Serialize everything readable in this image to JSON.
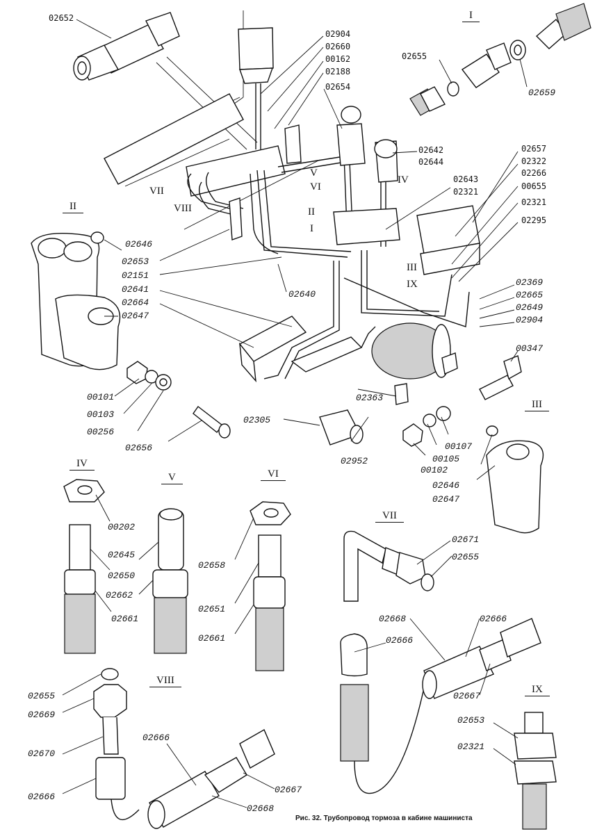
{
  "caption": "Рис. 32. Трубопровод тормоза в кабине машиниста",
  "callouts": {
    "02652": "02652",
    "c_02904": "02904",
    "c_02660": "02660",
    "c_00162": "00162",
    "c_02188": "02188",
    "c_02654": "02654",
    "c_02655_I": "02655",
    "c_02659": "02659",
    "c_02642": "02642",
    "c_02644": "02644",
    "c_02657": "02657",
    "c_02322": "02322",
    "c_02266": "02266",
    "c_02643": "02643",
    "c_02321_a": "02321",
    "c_00655": "00655",
    "c_02321_b": "02321",
    "c_02295": "02295",
    "c_02646_II": "02646",
    "c_02653_L": "02653",
    "c_02151": "02151",
    "c_02641": "02641",
    "c_02664": "02664",
    "c_02647_II": "02647",
    "c_02640": "02640",
    "c_02369": "02369",
    "c_02665": "02665",
    "c_02649": "02649",
    "c_02904_b": "02904",
    "c_00347": "00347",
    "c_00101": "00101",
    "c_00103": "00103",
    "c_00256": "00256",
    "c_02656": "02656",
    "c_02305": "02305",
    "c_02363": "02363",
    "c_02952": "02952",
    "c_00107": "00107",
    "c_00105": "00105",
    "c_00102": "00102",
    "c_02646_III": "02646",
    "c_02647_III": "02647",
    "c_00202": "00202",
    "c_02650": "02650",
    "c_02661_IV": "02661",
    "c_02645": "02645",
    "c_02662": "02662",
    "c_02658": "02658",
    "c_02651": "02651",
    "c_02661_VI": "02661",
    "c_02671": "02671",
    "c_02655_VII": "02655",
    "c_02668_VII": "02668",
    "c_02666_VIIa": "02666",
    "c_02666_VIIb": "02666",
    "c_02667_VII": "02667",
    "c_02655_VIII": "02655",
    "c_02669": "02669",
    "c_02670": "02670",
    "c_02666_VIIIa": "02666",
    "c_02666_VIIIb": "02666",
    "c_02667_VIII": "02667",
    "c_02668_VIII": "02668",
    "c_02653_IX": "02653",
    "c_02321_IX": "02321"
  },
  "roman": {
    "I_top": "I",
    "II_top": "II",
    "III_top": "III",
    "IV_top": "IV",
    "V_top": "V",
    "VI_top": "VI",
    "VII_top": "VII",
    "VIII_top": "VIII",
    "IX_top": "IX",
    "V_m": "V",
    "VI_m": "VI",
    "IV_m": "IV",
    "VII_m": "VII",
    "VIII_m": "VIII",
    "II_m": "II",
    "I_m": "I",
    "III_m": "III",
    "IX_m": "IX"
  }
}
